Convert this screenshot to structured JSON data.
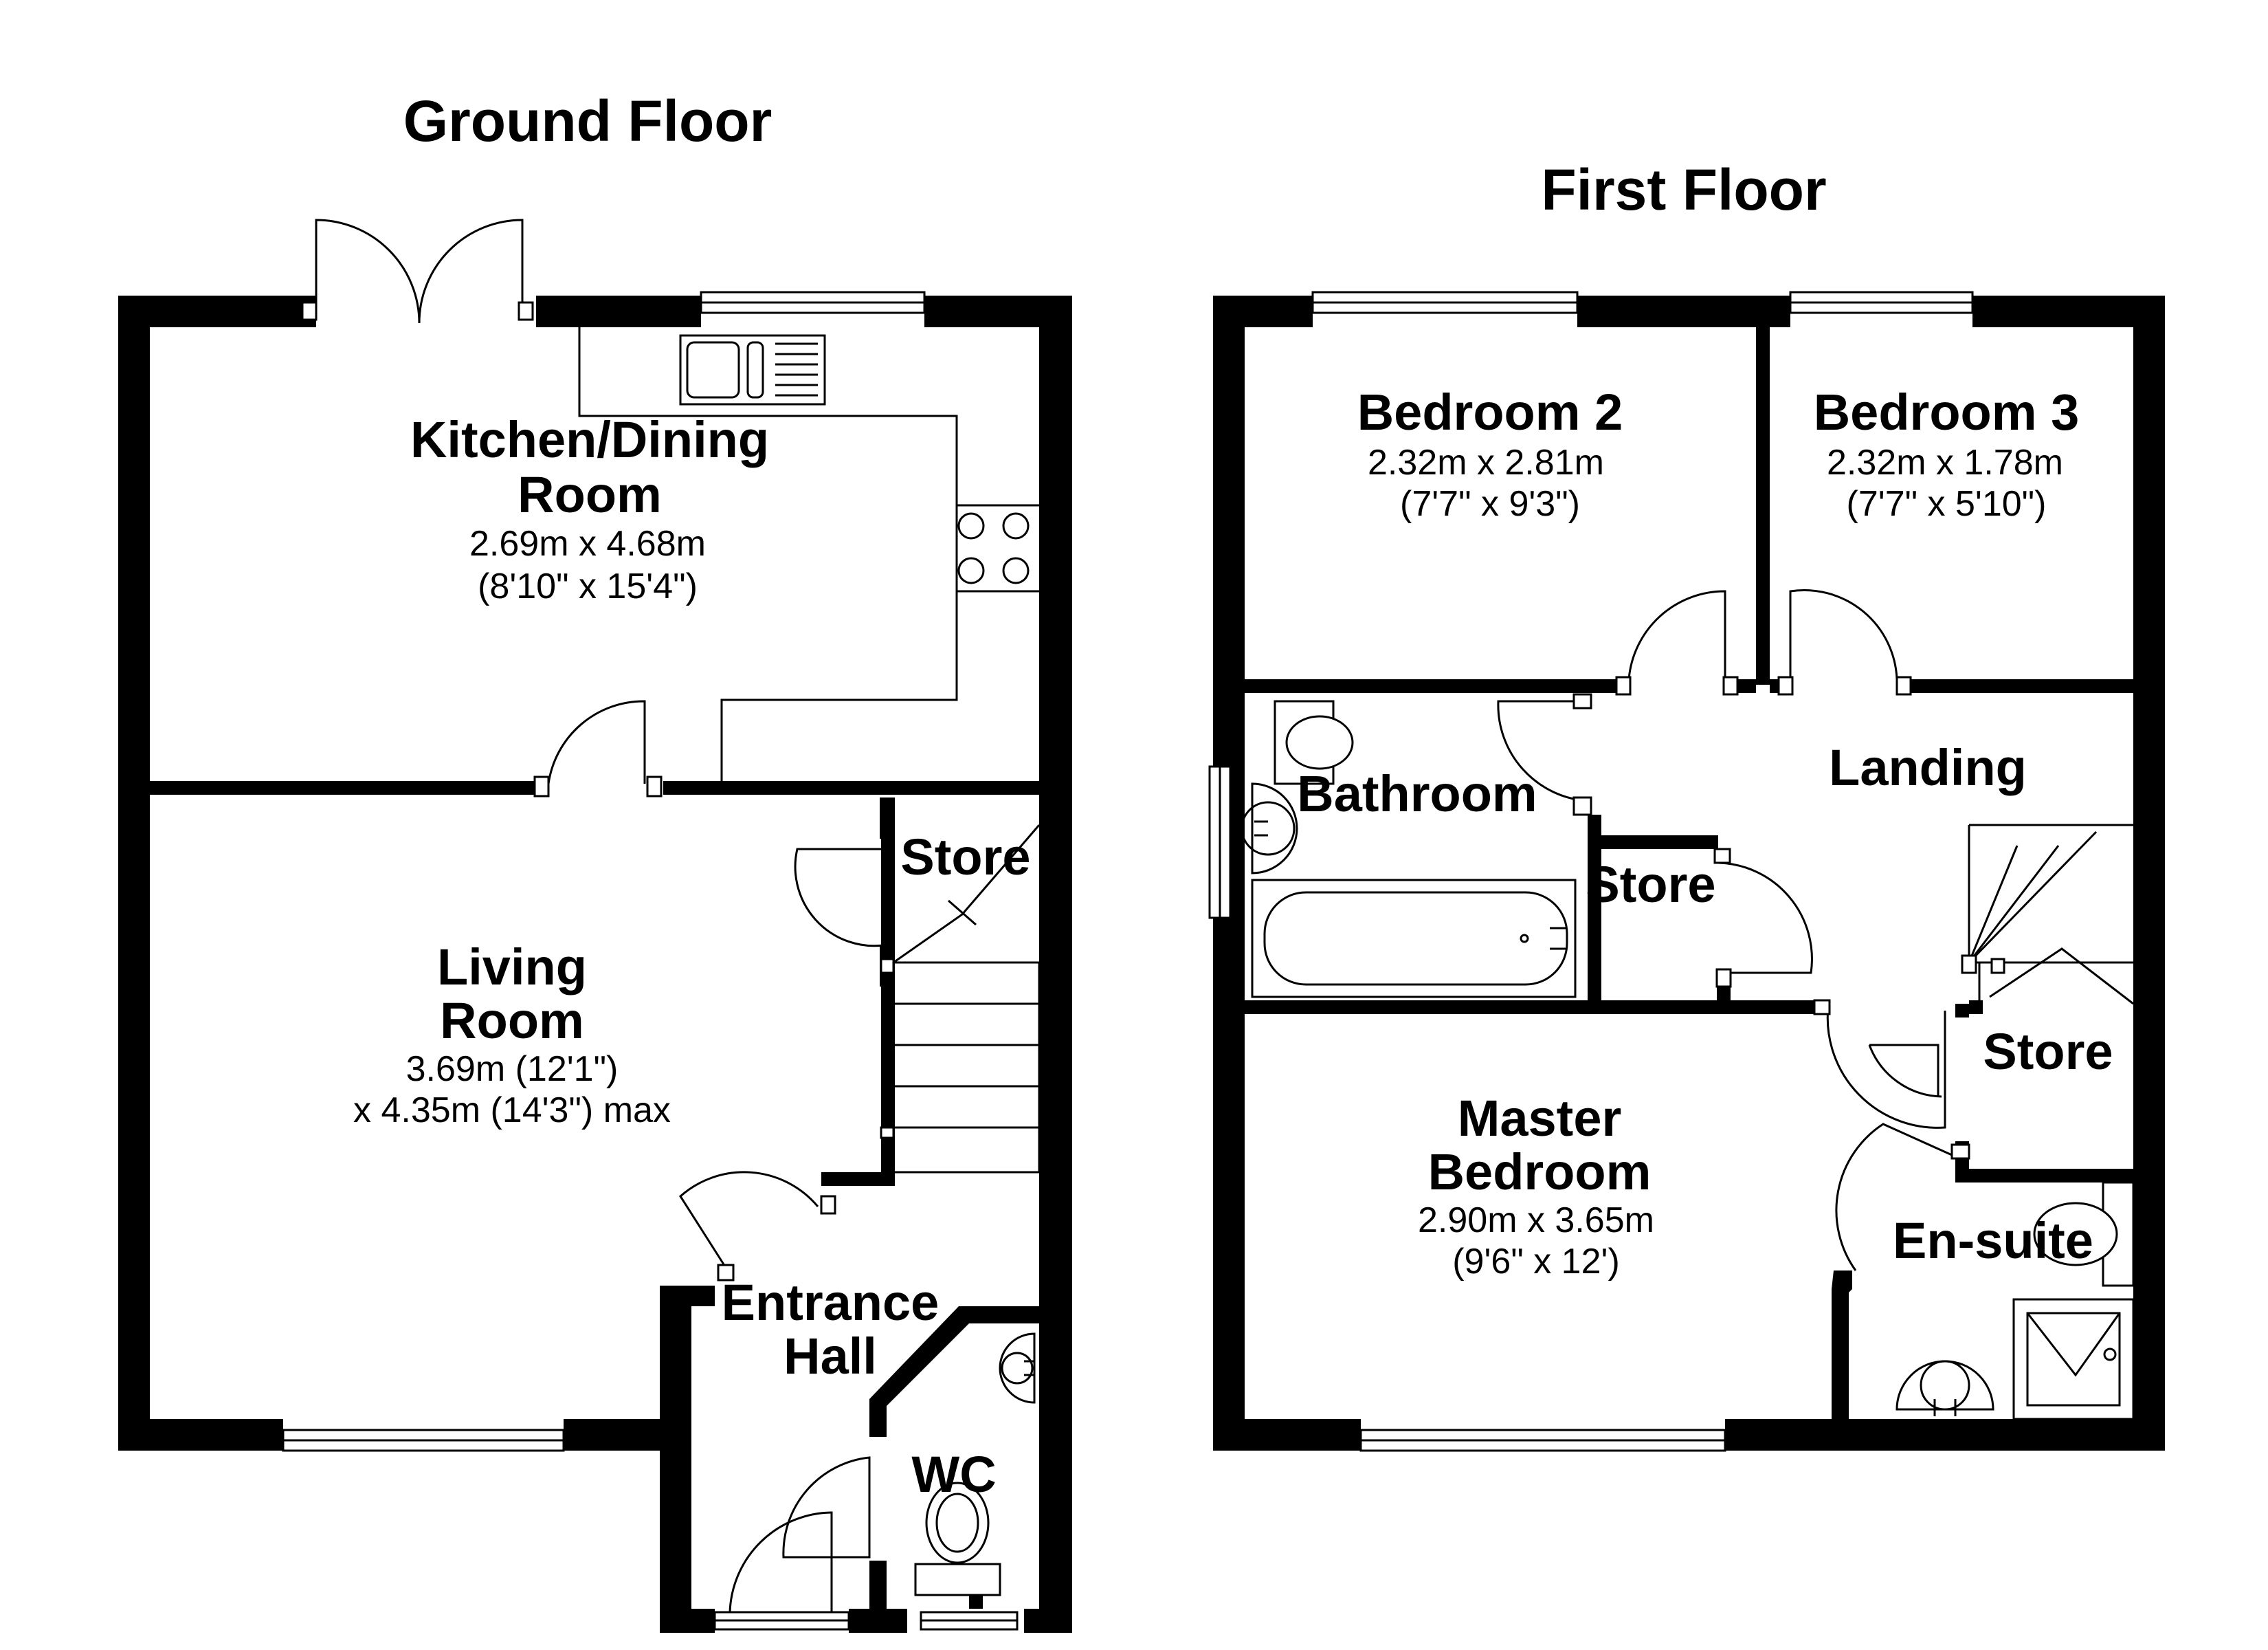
{
  "ground_floor": {
    "title": "Ground Floor",
    "kitchen": {
      "name_line1": "Kitchen/Dining",
      "name_line2": "Room",
      "dim_metric": "2.69m x 4.68m",
      "dim_imperial": "(8'10\" x 15'4\")"
    },
    "living": {
      "name_line1": "Living",
      "name_line2": "Room",
      "dim_line1": "3.69m (12'1\")",
      "dim_line2": "x 4.35m (14'3\") max"
    },
    "store": {
      "name": "Store"
    },
    "hall": {
      "name_line1": "Entrance",
      "name_line2": "Hall"
    },
    "wc": {
      "name": "WC"
    }
  },
  "first_floor": {
    "title": "First Floor",
    "bedroom2": {
      "name": "Bedroom 2",
      "dim_metric": "2.32m x 2.81m",
      "dim_imperial": "(7'7\" x 9'3\")"
    },
    "bedroom3": {
      "name": "Bedroom 3",
      "dim_metric": "2.32m x 1.78m",
      "dim_imperial": "(7'7\" x 5'10\")"
    },
    "bathroom": {
      "name": "Bathroom"
    },
    "landing": {
      "name": "Landing"
    },
    "store_mid": {
      "name": "Store"
    },
    "store_right": {
      "name": "Store"
    },
    "master": {
      "name_line1": "Master",
      "name_line2": "Bedroom",
      "dim_metric": "2.90m x 3.65m",
      "dim_imperial": "(9'6\" x 12')"
    },
    "ensuite": {
      "name": "En-suite"
    }
  }
}
